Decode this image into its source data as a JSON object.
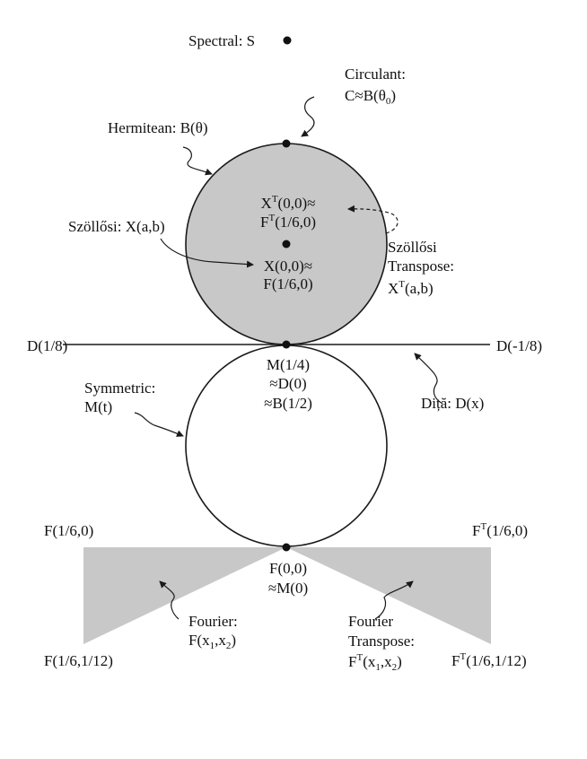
{
  "colors": {
    "region_fill": "#c8c8c8",
    "line": "#1a1a1a"
  },
  "labels": {
    "spectral": "Spectral: S",
    "circulant_title": "Circulant:",
    "circulant_C": "C",
    "circulant_approx": "≈",
    "circulant_B": "B(θ",
    "circulant_sub": "0",
    "circulant_close": ")",
    "hermitean": "Hermitean: B(θ)",
    "xt_top_X": "X",
    "xt_top_sup": "T",
    "xt_top_rest": "(0,0)≈",
    "ft_top_F": "F",
    "ft_top_sup": "T",
    "ft_top_rest": "(1/6,0)",
    "szollosi": "Szöllősi: X(a,b)",
    "x00": "X(0,0)≈",
    "f160": "F(1/6,0)",
    "szt_line1": "Szöllősi",
    "szt_line2": "Transpose:",
    "szt_X": "X",
    "szt_sup": "T",
    "szt_rest": "(a,b)",
    "d18": "D(1/8)",
    "dm18": "D(-1/8)",
    "m14": "M(1/4)",
    "d0": "≈D(0)",
    "b12": "≈B(1/2)",
    "symmetric_line1": "Symmetric:",
    "symmetric_line2": "M(t)",
    "dita": "Diță: D(x)",
    "f160_left": "F(1/6,0)",
    "ft160_right_F": "F",
    "ft160_right_sup": "T",
    "ft160_right_rest": "(1/6,0)",
    "f00": "F(0,0)",
    "m0": "≈M(0)",
    "fourier_line1": "Fourier:",
    "fourier_F": "F(x",
    "fourier_s1": "1",
    "fourier_comma": ",x",
    "fourier_s2": "2",
    "fourier_close": ")",
    "ft_line1": "Fourier",
    "ft_line2": "Transpose:",
    "ft_F": "F",
    "ft_sup": "T",
    "ft_mid": "(x",
    "ft_s1": "1",
    "ft_comma": ",x",
    "ft_s2": "2",
    "ft_close": ")",
    "f16112": "F(1/6,1/12)",
    "ft16112_F": "F",
    "ft16112_sup": "T",
    "ft16112_rest": "(1/6,1/12)"
  }
}
